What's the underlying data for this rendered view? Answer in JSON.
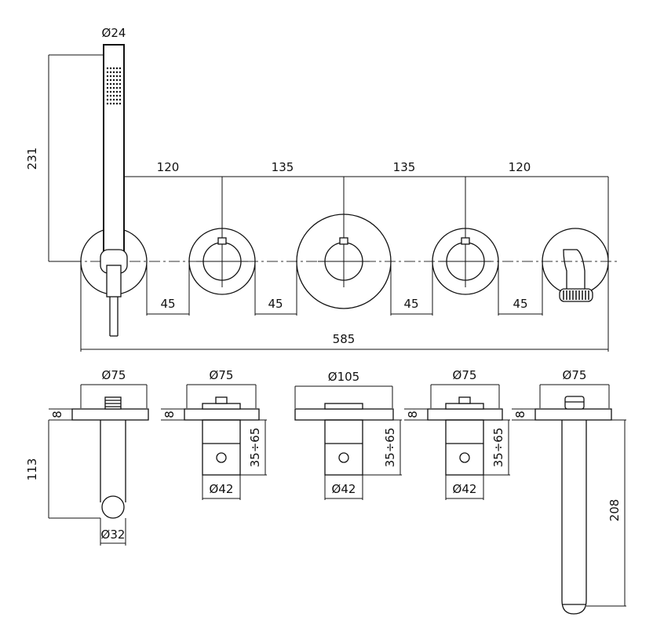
{
  "dimensions": {
    "hand_shower_diameter": "Ø24",
    "hand_shower_height": "231",
    "spacing": [
      "120",
      "135",
      "135",
      "120"
    ],
    "gaps": [
      "45",
      "45",
      "45",
      "45"
    ],
    "total_width": "585",
    "plate_small": "Ø75",
    "plate_large": "Ø105",
    "plate_thickness": "8",
    "body_depth": "35÷65",
    "body_diameter": "Ø42",
    "holder_depth": "113",
    "holder_diameter": "Ø32",
    "spout_length": "208"
  }
}
